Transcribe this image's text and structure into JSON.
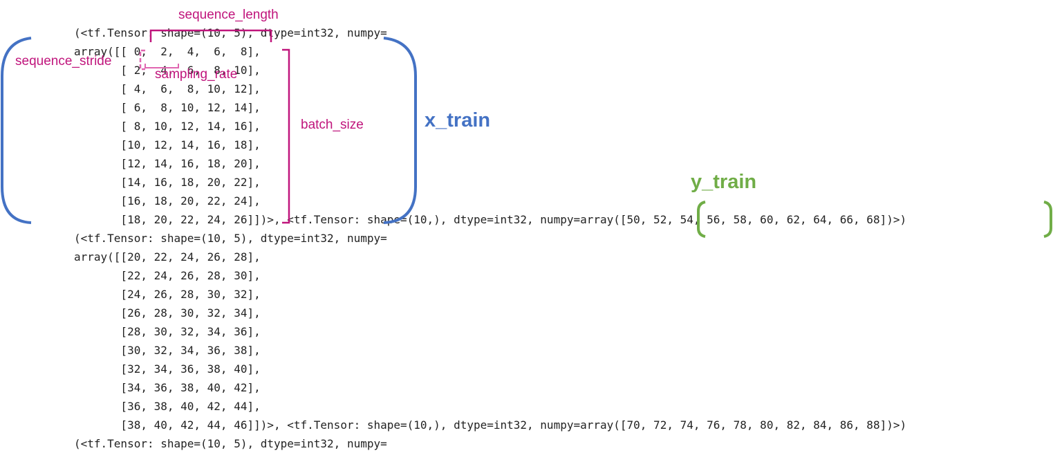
{
  "code_lines": [
    "(<tf.Tensor: shape=(10, 5), dtype=int32, numpy=",
    "array([[ 0,  2,  4,  6,  8],",
    "       [ 2,  4,  6,  8, 10],",
    "       [ 4,  6,  8, 10, 12],",
    "       [ 6,  8, 10, 12, 14],",
    "       [ 8, 10, 12, 14, 16],",
    "       [10, 12, 14, 16, 18],",
    "       [12, 14, 16, 18, 20],",
    "       [14, 16, 18, 20, 22],",
    "       [16, 18, 20, 22, 24],",
    "       [18, 20, 22, 24, 26]])>, <tf.Tensor: shape=(10,), dtype=int32, numpy=array([50, 52, 54, 56, 58, 60, 62, 64, 66, 68])>)",
    "(<tf.Tensor: shape=(10, 5), dtype=int32, numpy=",
    "array([[20, 22, 24, 26, 28],",
    "       [22, 24, 26, 28, 30],",
    "       [24, 26, 28, 30, 32],",
    "       [26, 28, 30, 32, 34],",
    "       [28, 30, 32, 34, 36],",
    "       [30, 32, 34, 36, 38],",
    "       [32, 34, 36, 38, 40],",
    "       [34, 36, 38, 40, 42],",
    "       [36, 38, 40, 42, 44],",
    "       [38, 40, 42, 44, 46]])>, <tf.Tensor: shape=(10,), dtype=int32, numpy=array([70, 72, 74, 76, 78, 80, 82, 84, 86, 88])>)",
    "(<tf.Tensor: shape=(10, 5), dtype=int32, numpy="
  ],
  "annotations": {
    "sequence_length": "sequence_length",
    "sequence_stride": "sequence_stride",
    "sampling_rate": "sampling_rate",
    "batch_size": "batch_size",
    "x_train": "x_train",
    "y_train": "y_train"
  },
  "colors": {
    "code_text": "#222222",
    "annotation_pink": "#c0157c",
    "annotation_pink_light": "#e065b0",
    "x_train_blue": "#4472c4",
    "y_train_green": "#70ad47"
  }
}
